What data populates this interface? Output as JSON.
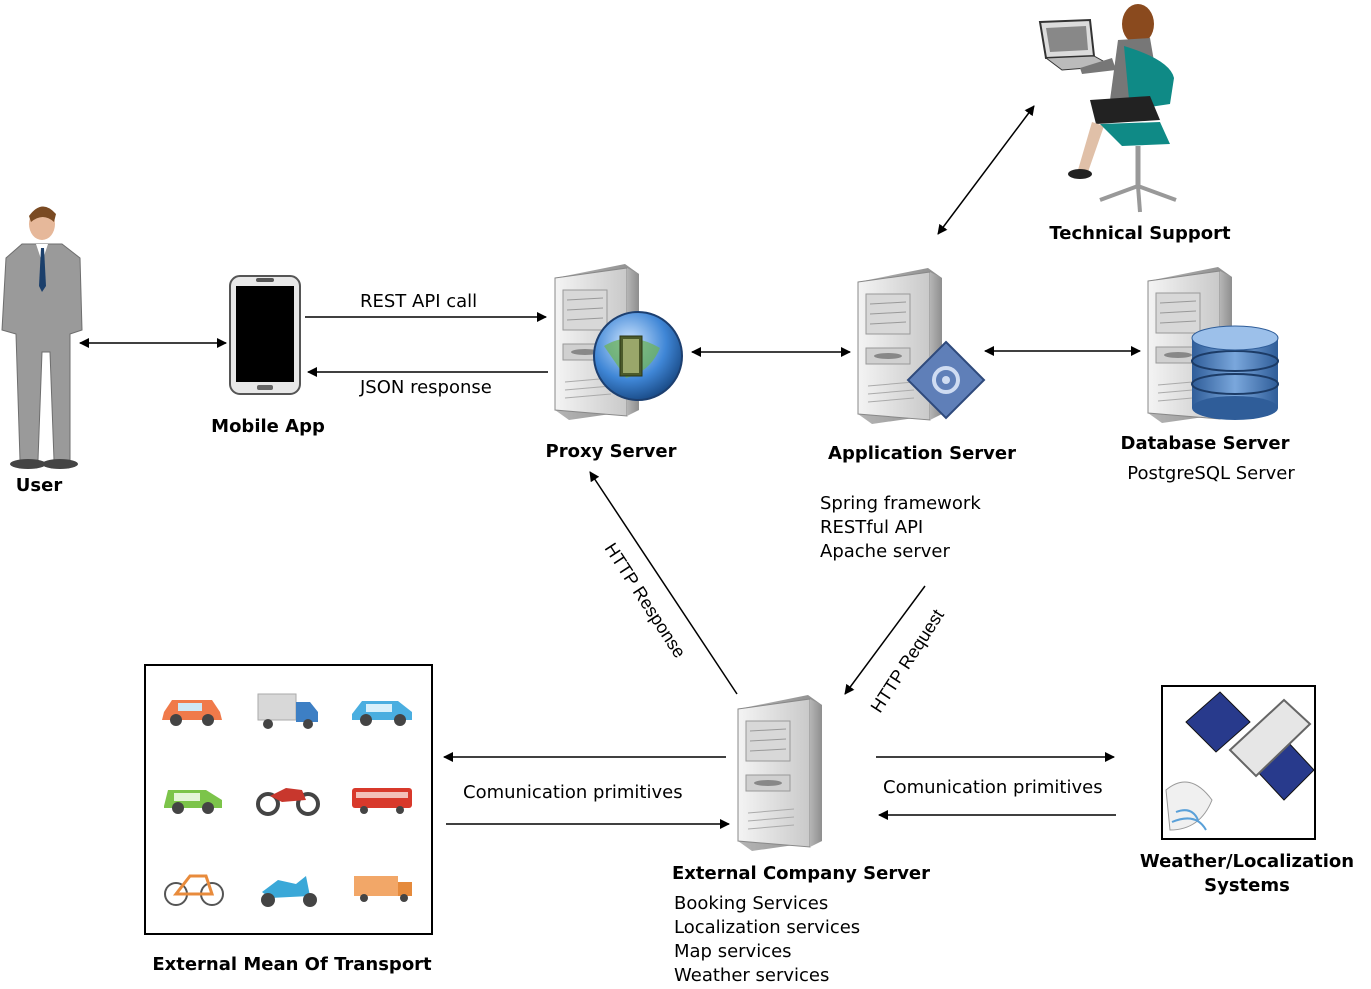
{
  "nodes": {
    "user": "User",
    "mobile_app": "Mobile App",
    "proxy_server": "Proxy Server",
    "application_server": "Application Server",
    "database_server": "Database Server",
    "database_detail": "PostgreSQL Server",
    "technical_support": "Technical Support",
    "external_transport": "External Mean Of Transport",
    "external_company_server": "External Company Server",
    "weather_systems_line1": "Weather/Localization",
    "weather_systems_line2": "Systems"
  },
  "app_server_details": [
    "Spring framework",
    "RESTful API",
    "Apache server"
  ],
  "company_services": [
    "Booking Services",
    "Localization services",
    "Map services",
    "Weather services"
  ],
  "edges": {
    "rest_api_call": "REST API call",
    "json_response": "JSON response",
    "http_response": "HTTP Response",
    "http_request": "HTTP Request",
    "comm_left": "Comunication primitives",
    "comm_right": "Comunication primitives"
  }
}
